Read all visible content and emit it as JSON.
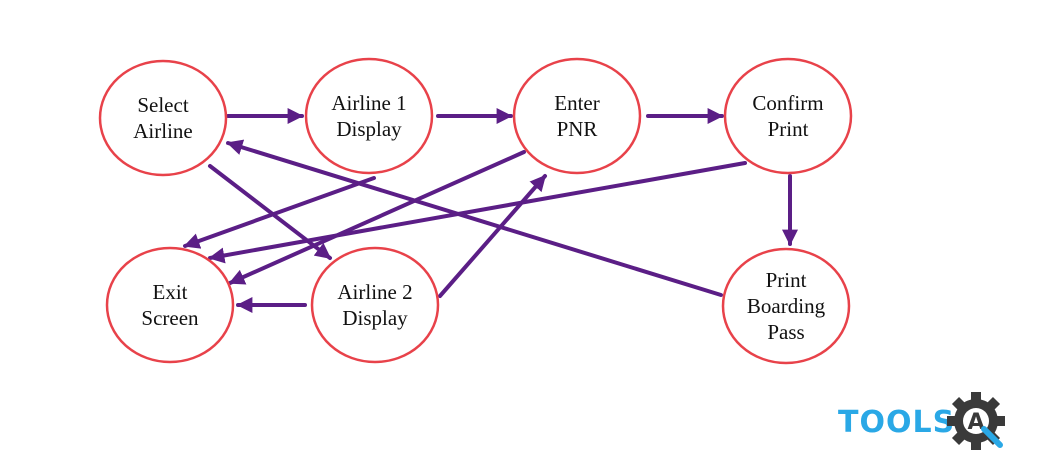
{
  "nodes": [
    {
      "id": "select-airline",
      "lines": [
        "Select",
        "Airline"
      ]
    },
    {
      "id": "airline-1-display",
      "lines": [
        "Airline 1",
        "Display"
      ]
    },
    {
      "id": "enter-pnr",
      "lines": [
        "Enter",
        "PNR"
      ]
    },
    {
      "id": "confirm-print",
      "lines": [
        "Confirm",
        "Print"
      ]
    },
    {
      "id": "exit-screen",
      "lines": [
        "Exit",
        "Screen"
      ]
    },
    {
      "id": "airline-2-display",
      "lines": [
        "Airline 2",
        "Display"
      ]
    },
    {
      "id": "print-boarding-pass",
      "lines": [
        "Print",
        "Boarding",
        "Pass"
      ]
    }
  ],
  "edges": [
    {
      "from": "select-airline",
      "to": "airline-1-display"
    },
    {
      "from": "airline-1-display",
      "to": "enter-pnr"
    },
    {
      "from": "enter-pnr",
      "to": "confirm-print"
    },
    {
      "from": "confirm-print",
      "to": "print-boarding-pass"
    },
    {
      "from": "select-airline",
      "to": "airline-2-display"
    },
    {
      "from": "airline-2-display",
      "to": "exit-screen"
    },
    {
      "from": "airline-2-display",
      "to": "enter-pnr"
    },
    {
      "from": "airline-1-display",
      "to": "exit-screen"
    },
    {
      "from": "enter-pnr",
      "to": "exit-screen"
    },
    {
      "from": "confirm-print",
      "to": "exit-screen"
    },
    {
      "from": "print-boarding-pass",
      "to": "select-airline"
    }
  ],
  "colors": {
    "node_stroke": "#e8424a",
    "edge": "#5b1e86",
    "logo_text": "#2aa8e6",
    "logo_gear": "#3a3a3a"
  },
  "logo": {
    "text": "TOOLS",
    "mark": "A",
    "icon": "gear-icon"
  }
}
